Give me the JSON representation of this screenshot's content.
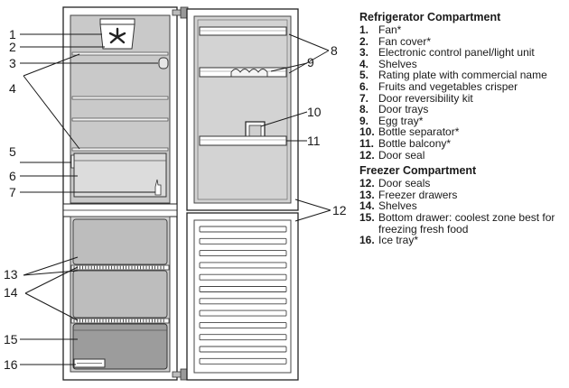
{
  "callouts": [
    "1",
    "2",
    "3",
    "4",
    "5",
    "6",
    "7",
    "8",
    "9",
    "10",
    "11",
    "12",
    "13",
    "14",
    "15",
    "16"
  ],
  "legend": {
    "sections": [
      {
        "title": "Refrigerator Compartment",
        "items": [
          {
            "num": "1.",
            "text": "Fan*"
          },
          {
            "num": "2.",
            "text": "Fan cover*"
          },
          {
            "num": "3.",
            "text": "Electronic control panel/light unit"
          },
          {
            "num": "4.",
            "text": "Shelves"
          },
          {
            "num": "5.",
            "text": "Rating plate with commercial name"
          },
          {
            "num": "6.",
            "text": "Fruits and vegetables crisper"
          },
          {
            "num": "7.",
            "text": "Door reversibility kit"
          },
          {
            "num": "8.",
            "text": "Door trays"
          },
          {
            "num": "9.",
            "text": "Egg tray*"
          },
          {
            "num": "10.",
            "text": "Bottle separator*"
          },
          {
            "num": "11.",
            "text": "Bottle balcony*"
          },
          {
            "num": "12.",
            "text": "Door seal"
          }
        ]
      },
      {
        "title": "Freezer Compartment",
        "items": [
          {
            "num": "12.",
            "text": "Door seals"
          },
          {
            "num": "13.",
            "text": "Freezer drawers"
          },
          {
            "num": "14.",
            "text": "Shelves"
          },
          {
            "num": "15.",
            "text": "Bottom drawer: coolest zone best for freezing fresh food"
          },
          {
            "num": "16.",
            "text": "Ice tray*"
          }
        ]
      }
    ]
  }
}
